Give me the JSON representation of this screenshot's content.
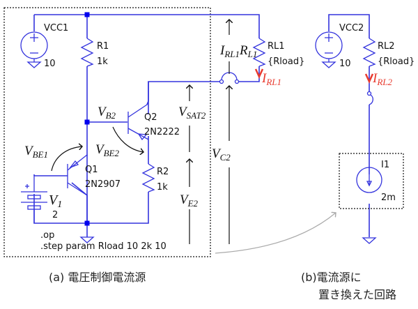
{
  "circuit_a": {
    "vcc1": {
      "name": "VCC1",
      "value": "10"
    },
    "r1": {
      "name": "R1",
      "value": "1k"
    },
    "rl1": {
      "name": "RL1",
      "value": "{Rload}"
    },
    "q1": {
      "name": "Q1",
      "model": "2N2907"
    },
    "q2": {
      "name": "Q2",
      "model": "2N2222"
    },
    "r2": {
      "name": "R2",
      "value": "1k"
    },
    "v1": {
      "name_main": "V",
      "name_sub": "1",
      "value": "2"
    },
    "directive_op": ".op",
    "directive_step": ".step param Rload 10 2k 10",
    "annotations": {
      "irl1_rl1": {
        "i": "I",
        "i_sub": "RL1",
        "r": "R",
        "r_sub": "L1"
      },
      "irl1": {
        "main": "I",
        "sub": "RL1"
      },
      "vb2": {
        "main": "V",
        "sub": "B2"
      },
      "vbe1": {
        "main": "V",
        "sub": "BE1"
      },
      "vbe2": {
        "main": "V",
        "sub": "BE2"
      },
      "vsat2": {
        "main": "V",
        "sub": "SAT2"
      },
      "vc2": {
        "main": "V",
        "sub": "C2"
      },
      "ve2": {
        "main": "V",
        "sub": "E2"
      }
    },
    "caption": "(a) 電圧制御電流源"
  },
  "circuit_b": {
    "vcc2": {
      "name": "VCC2",
      "value": "10"
    },
    "rl2": {
      "name": "RL2",
      "value": "{Rload}"
    },
    "irl2": {
      "main": "I",
      "sub": "RL2"
    },
    "i1": {
      "name": "I1",
      "value": "2m"
    },
    "caption_line1": "(b)電流源に",
    "caption_line2": "置き換えた回路"
  },
  "colors": {
    "wire": "#3333dd",
    "current_label": "#e83a2e"
  }
}
